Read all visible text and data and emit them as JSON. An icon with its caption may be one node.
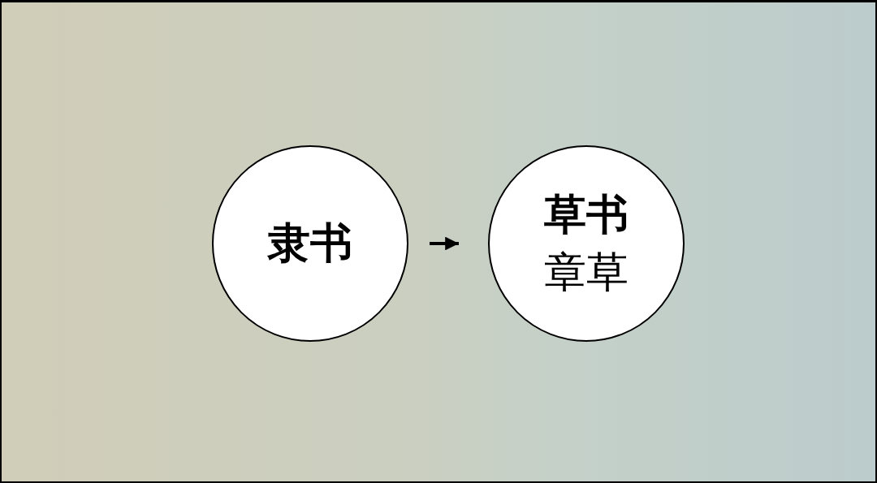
{
  "diagram": {
    "nodes": [
      {
        "text": [
          "隶书"
        ]
      },
      {
        "text": [
          "草书",
          "章草"
        ]
      }
    ],
    "edges": [
      {
        "from": 0,
        "to": 1,
        "arrow": "to"
      }
    ]
  }
}
